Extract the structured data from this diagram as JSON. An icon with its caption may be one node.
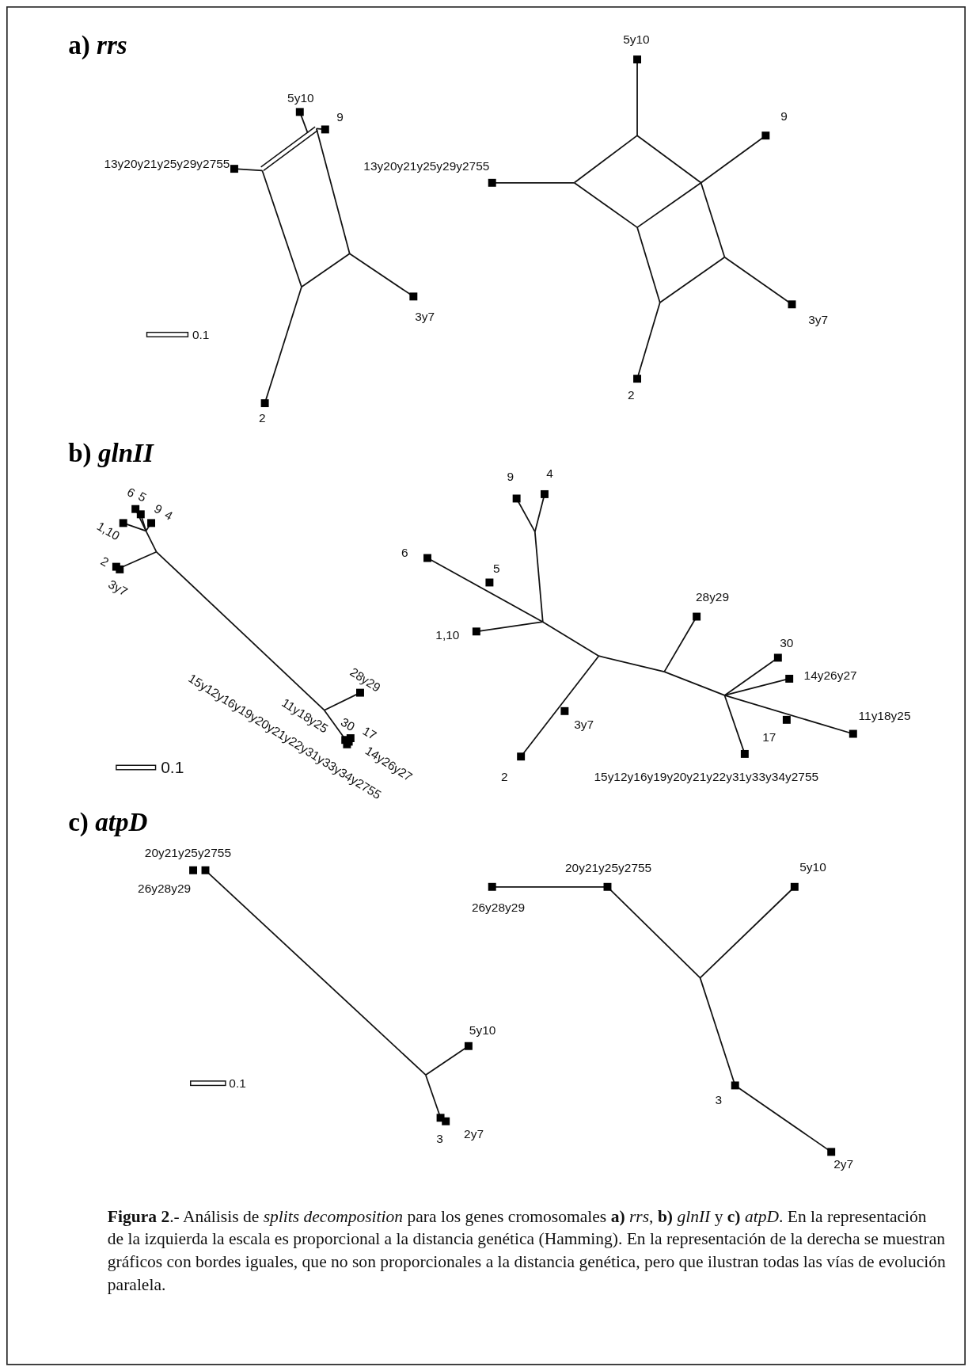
{
  "diagram": {
    "caption": "**Figura 2**.- Análisis de *splits decomposition* para los genes cromosomales **a)** *rrs*, **b)** *glnII* y **c)** *atpD*. En la representación de la izquierda la escala es proporcional a la distancia genética (Hamming). En la representación de la derecha se muestran gráficos con bordes iguales, que no son proporcionales a la distancia genética, pero que ilustran todas las vías de evolución paralela.",
    "labels": [
      "a) *rrs*",
      "5y10",
      "9",
      "13y20y21y25y29y2755",
      "3y7",
      "0.1",
      "2",
      "5y10",
      "9",
      "13y20y21y25y29y2755",
      "3y7",
      "2",
      "b) *glnII*",
      "6",
      "5",
      "9",
      "4",
      "1,10",
      "2",
      "3y7",
      "28y29",
      "11y18y25",
      "30",
      "17",
      "14y26y27",
      "0.1",
      "15y12y16y19y20y21y22y31y33y34y2755",
      "9",
      "4",
      "6",
      "5",
      "28y29",
      "1,10",
      "30",
      "14y26y27",
      "11y18y25",
      "3y7",
      "17",
      "2",
      "15y12y16y19y20y21y22y31y33y34y2755",
      "c) *atpD*",
      "20y21y25y2755",
      "26y28y29",
      "5y10",
      "0.1",
      "3",
      "2y7",
      "20y21y25y2755",
      "5y10",
      "26y28y29",
      "3",
      "2y7"
    ]
  }
}
